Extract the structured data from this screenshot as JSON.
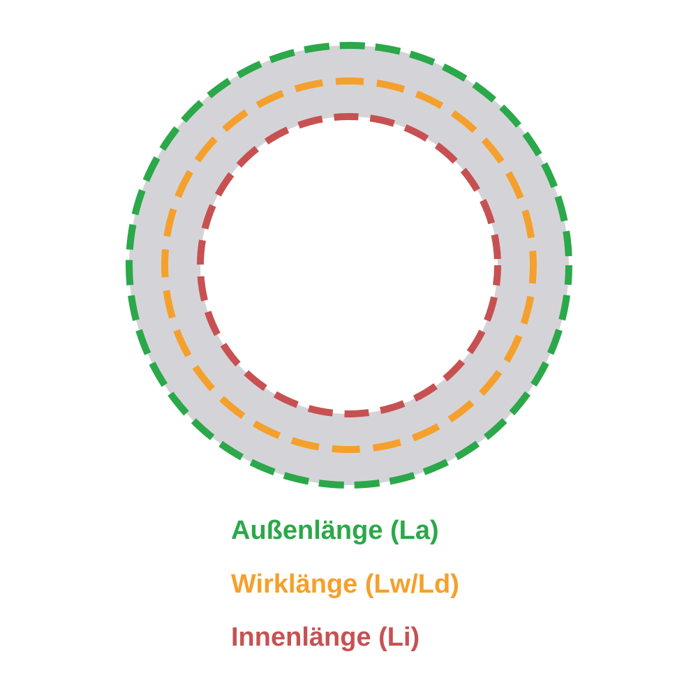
{
  "diagram": {
    "colors": {
      "outer_green": "#2BA84A",
      "effective_orange": "#F5A02C",
      "inner_red": "#C75152",
      "belt_gray": "#D4D4D8",
      "background": "#FFFFFF"
    },
    "labels": {
      "outer": "Außenlänge (La)",
      "effective": "Wirklänge (Lw/Ld)",
      "inner": "Innenlänge (Li)"
    }
  }
}
